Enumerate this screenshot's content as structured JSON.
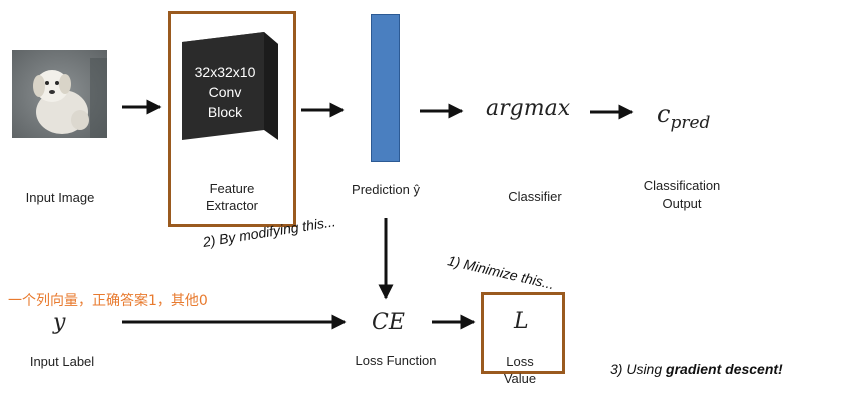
{
  "nodes": {
    "input_image_label": "Input Image",
    "feature_extractor_label": "Feature\nExtractor",
    "conv_block_lines": [
      "32x32x10",
      "Conv",
      "Block"
    ],
    "prediction_label": "Prediction ŷ",
    "argmax": "argmax",
    "classifier_label": "Classifier",
    "c_pred_base": "c",
    "c_pred_sub": "pred",
    "classification_output_label": "Classification\nOutput",
    "y_symbol": "y",
    "input_label_label": "Input Label",
    "ce_symbol": "CE",
    "loss_function_label": "Loss Function",
    "l_symbol": "L",
    "loss_value_label": "Loss\nValue"
  },
  "annotations": {
    "modifying": "2) By modifying this...",
    "minimize": "1) Minimize this...",
    "gradient_prefix": "3) Using ",
    "gradient_bold": "gradient descent!",
    "chinese_note": "一个列向量，正确答案1，其他0"
  },
  "colors": {
    "box_border": "#9a5a1f",
    "prediction_bar": "#4a7fc0",
    "note_orange": "#e87a2e"
  }
}
